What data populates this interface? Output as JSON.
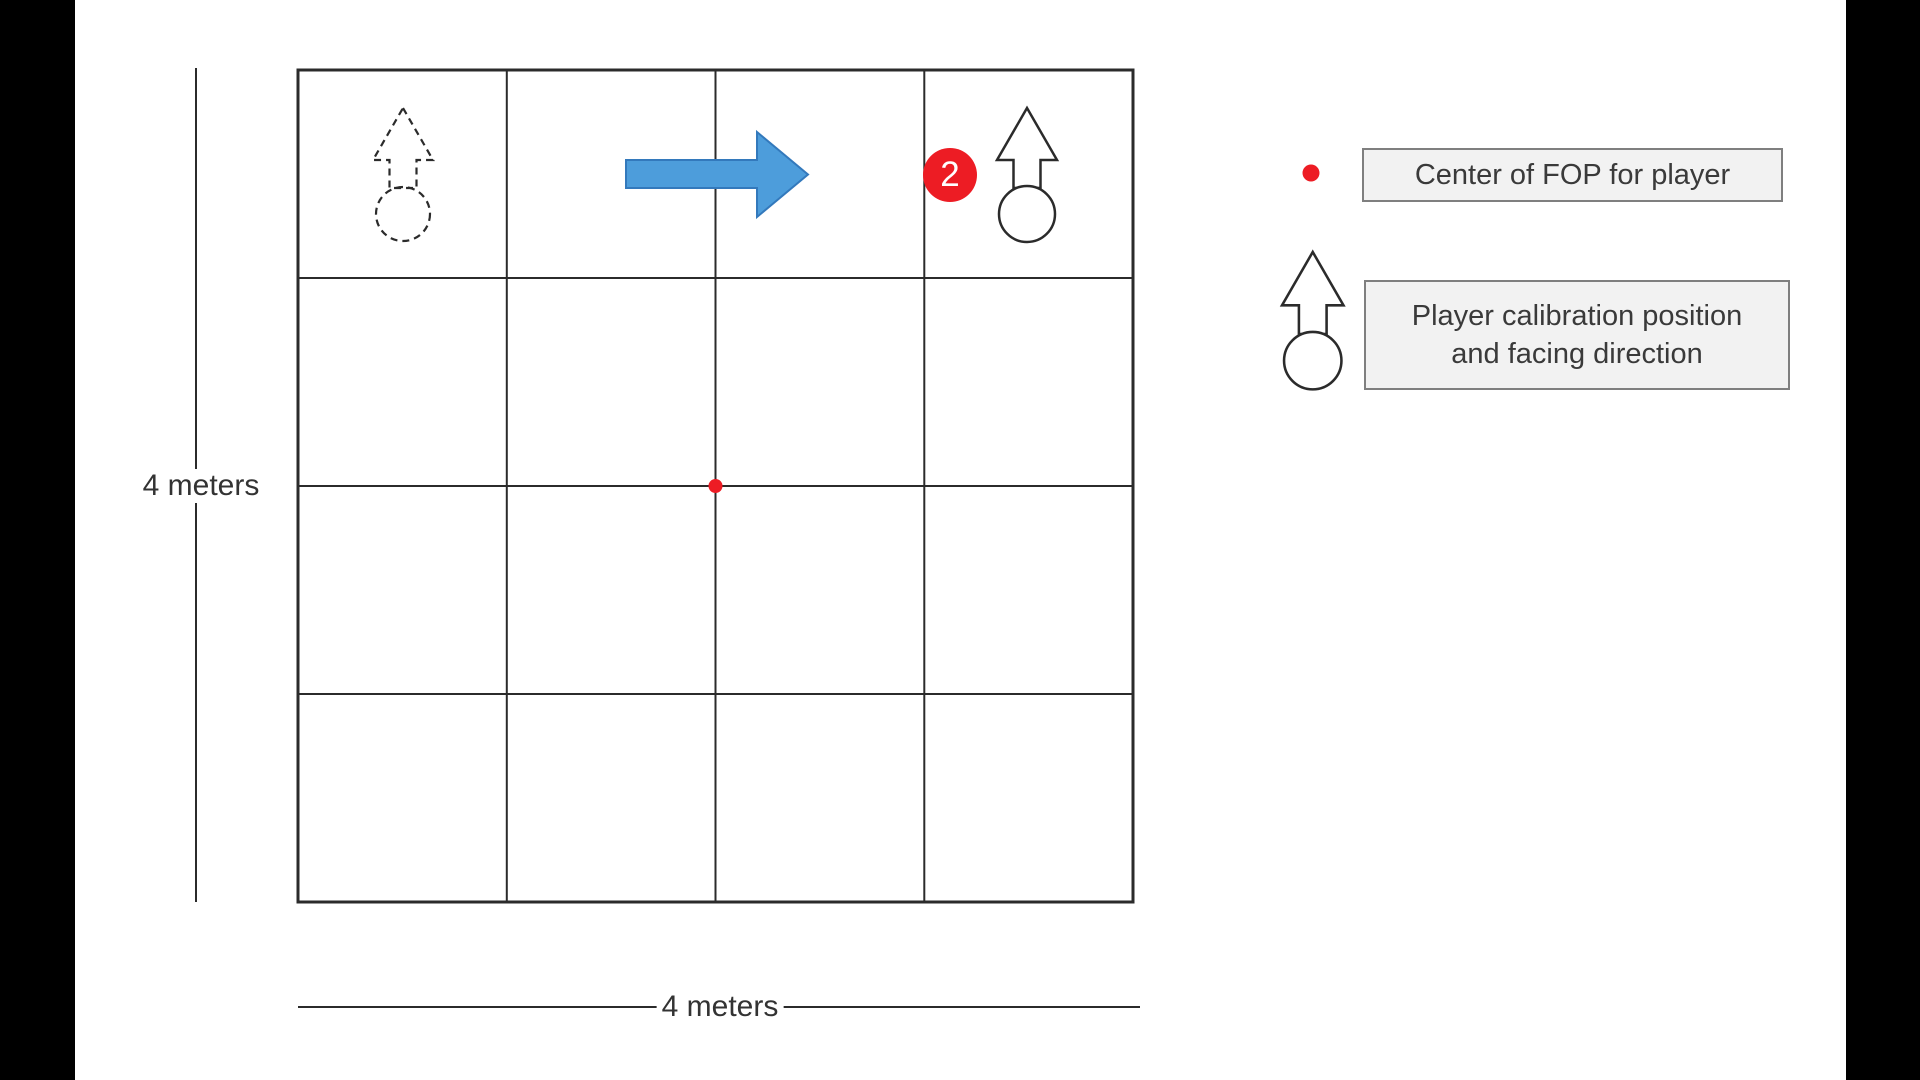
{
  "screen": {
    "background": "#FFFFFF",
    "edge_bar_color": "#000000"
  },
  "field": {
    "rows": 4,
    "cols": 4,
    "height_label": "4 meters",
    "width_label": "4 meters",
    "grid_line_color": "#2B2B2B"
  },
  "markers": {
    "center_dot_color": "#ED1C24",
    "movement_arrow_fill": "#4D9DDB",
    "movement_arrow_stroke": "#3379BC",
    "player_badge": {
      "number": "2",
      "bg_color": "#ED1C24",
      "text_color": "#FFFFFF"
    }
  },
  "legend": {
    "box_fill": "#F2F2F2",
    "box_border_color": "#7F7F7F",
    "center_fop": {
      "label": "Center of FOP for player",
      "dot_color": "#ED1C24"
    },
    "calibration": {
      "label_line1": "Player calibration position",
      "label_line2": "and facing direction"
    }
  }
}
